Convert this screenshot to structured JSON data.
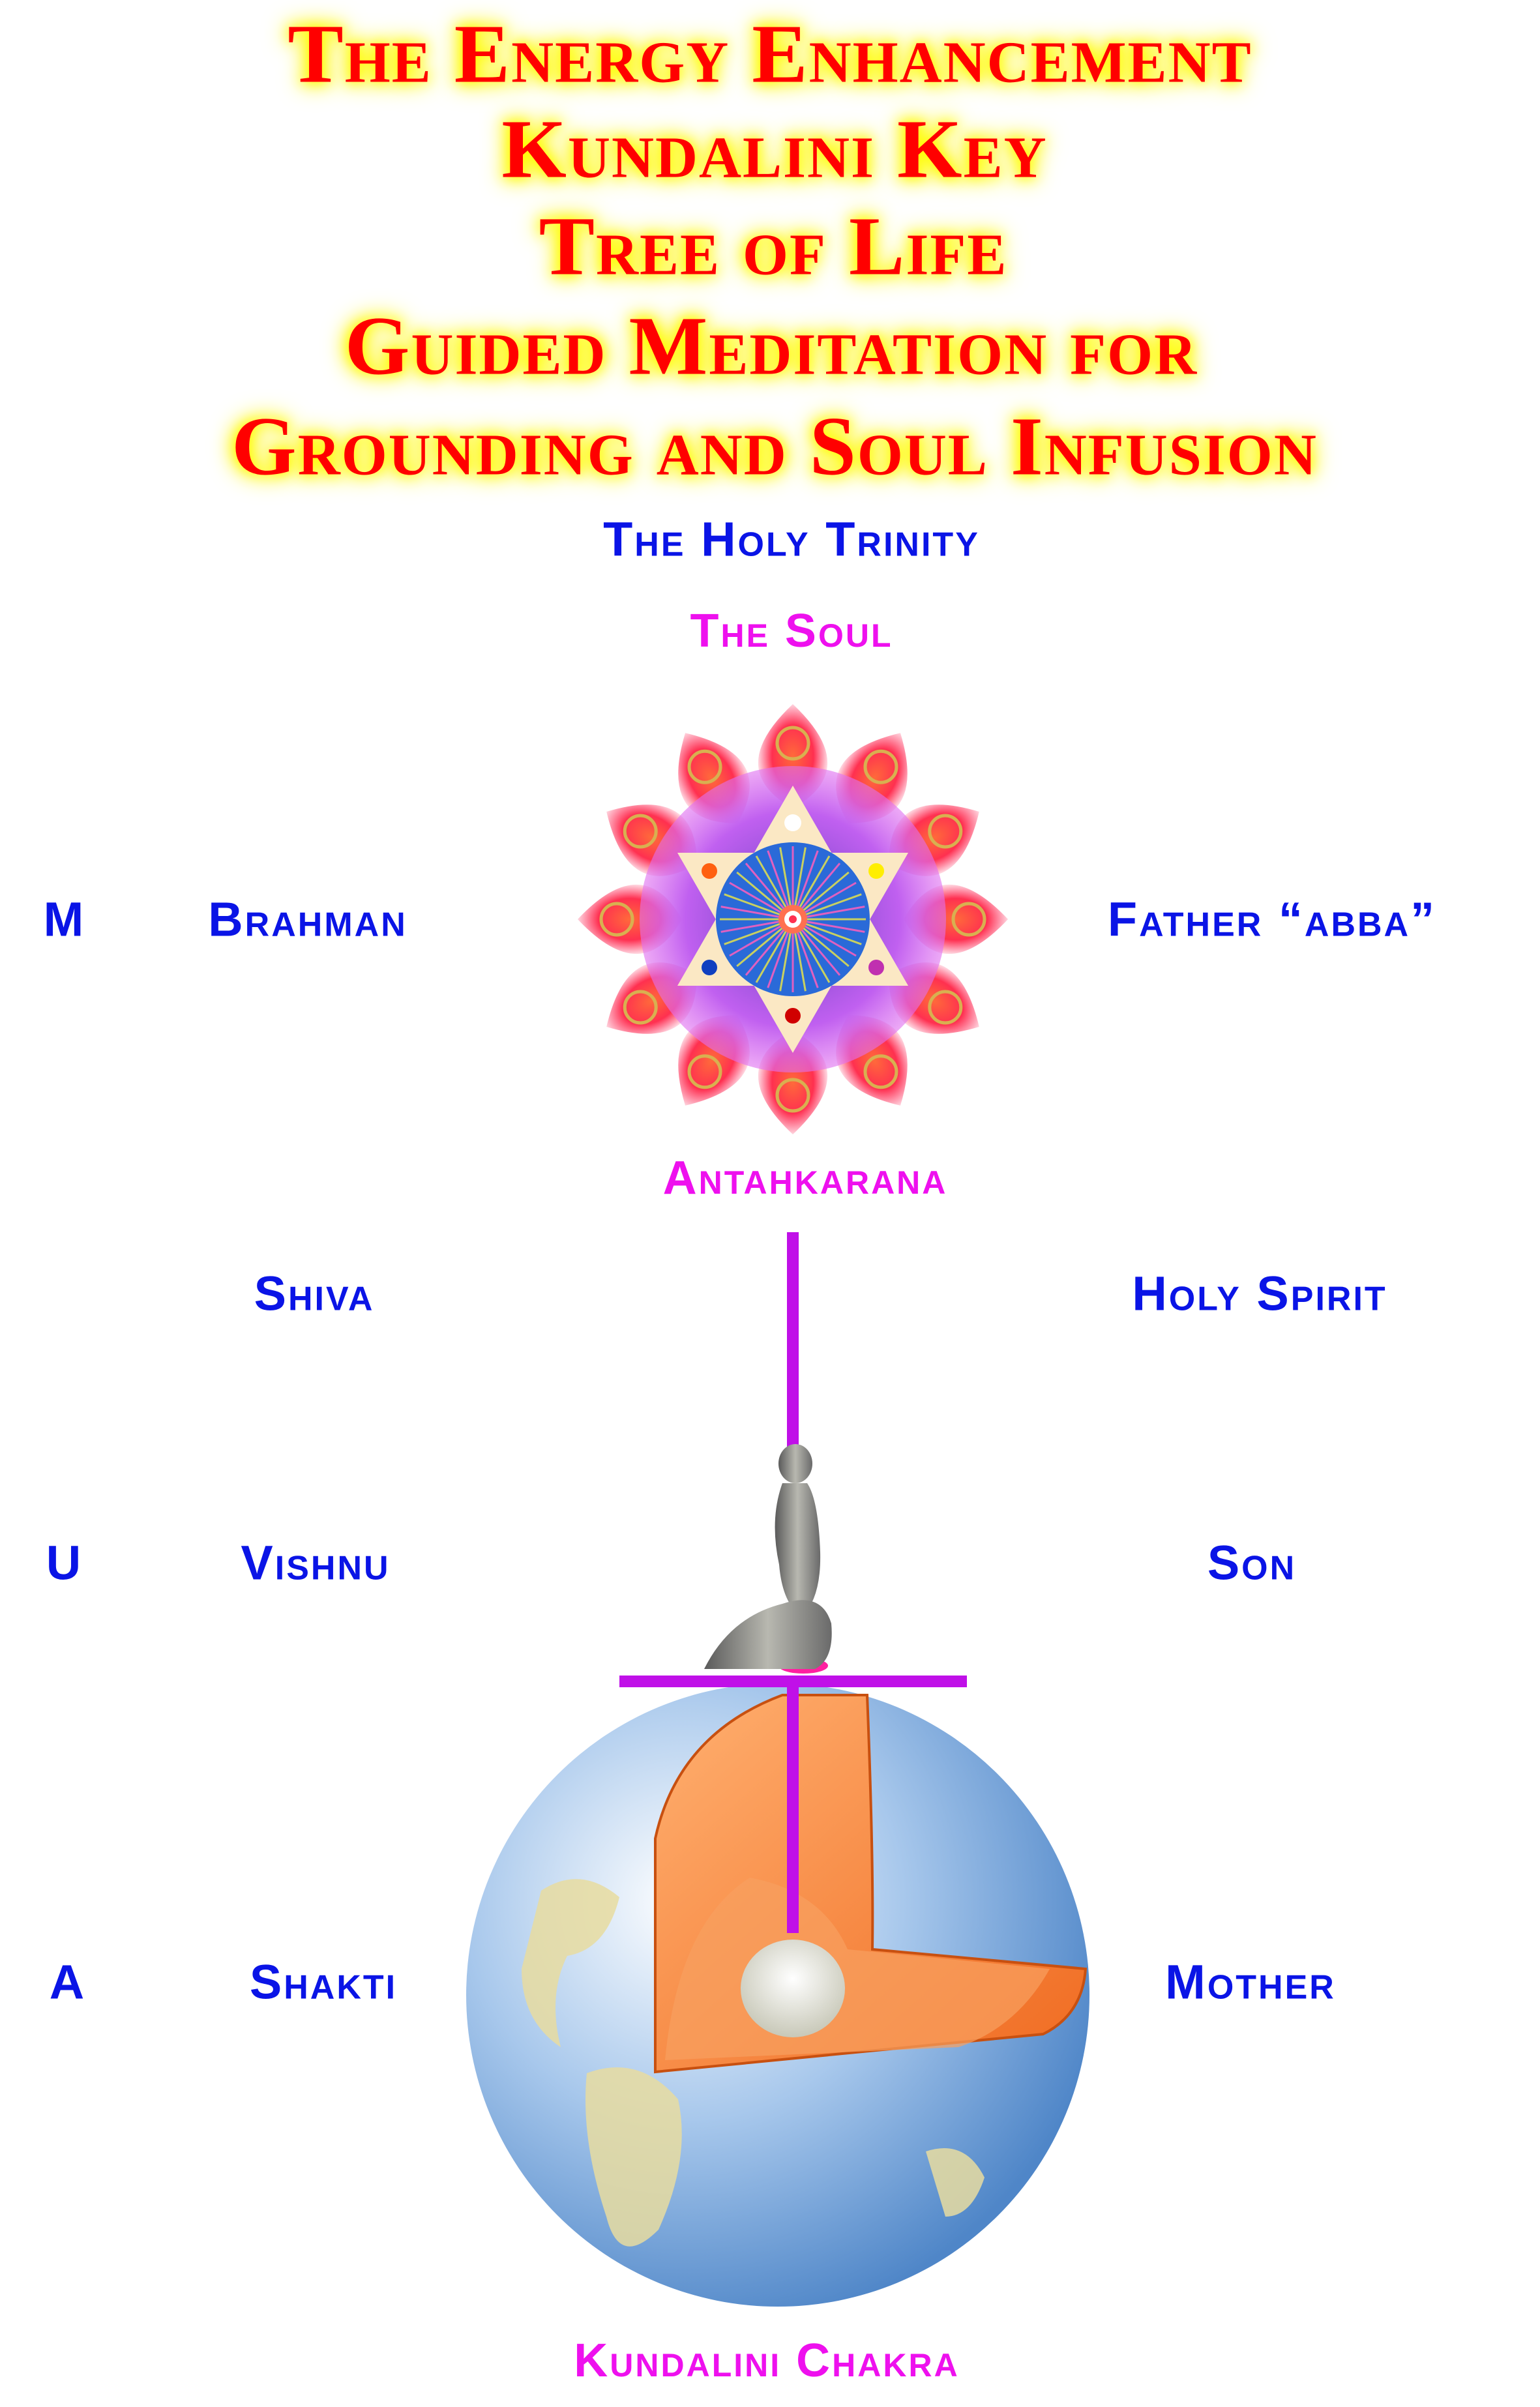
{
  "title_lines": [
    "The Energy Enhancement",
    "Kundalini Key",
    "Tree of Life",
    "Guided Meditation for",
    "Grounding and Soul Infusion"
  ],
  "diagram": {
    "top_heading": "The Holy Trinity",
    "soul_label": "The Soul",
    "antahkarana_label": "Antahkarana",
    "bottom_label": "Kundalini Chakra",
    "aum_letters": [
      "M",
      "U",
      "A"
    ],
    "hindu_column": [
      "Brahman",
      "Shiva",
      "Vishnu",
      "Shakti"
    ],
    "christian_column": [
      "Father “abba”",
      "Holy Spirit",
      "Son",
      "Mother"
    ]
  },
  "colors": {
    "title": "#ff0000",
    "title_glow": "#ffff00",
    "blue_text": "#0a14e6",
    "magenta_text": "#ee10ee",
    "antahkarana_line": "#c010e8"
  }
}
